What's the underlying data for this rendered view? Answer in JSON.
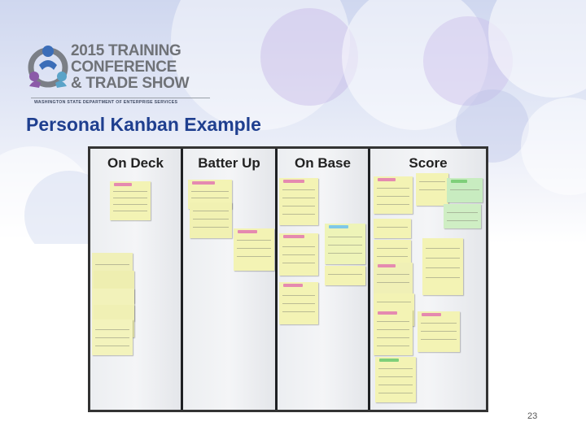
{
  "logo": {
    "line1": "2015 TRAINING",
    "line2": "CONFERENCE",
    "line3": "& TRADE SHOW",
    "subtitle": "WASHINGTON STATE DEPARTMENT OF ENTERPRISE SERVICES"
  },
  "slide": {
    "title": "Personal Kanban Example",
    "page_number": "23"
  },
  "board": {
    "columns": [
      {
        "header": "On Deck"
      },
      {
        "header": "Batter Up"
      },
      {
        "header": "On Base"
      },
      {
        "header": "Score"
      }
    ]
  },
  "colors": {
    "title": "#1f3f8f",
    "logo_text": "#6f7277",
    "note_yellow": "#f3f3b4",
    "note_tab_pink": "#e58ab0",
    "note_tab_green": "#7fcf7a",
    "note_tab_blue": "#7fc8e8"
  }
}
